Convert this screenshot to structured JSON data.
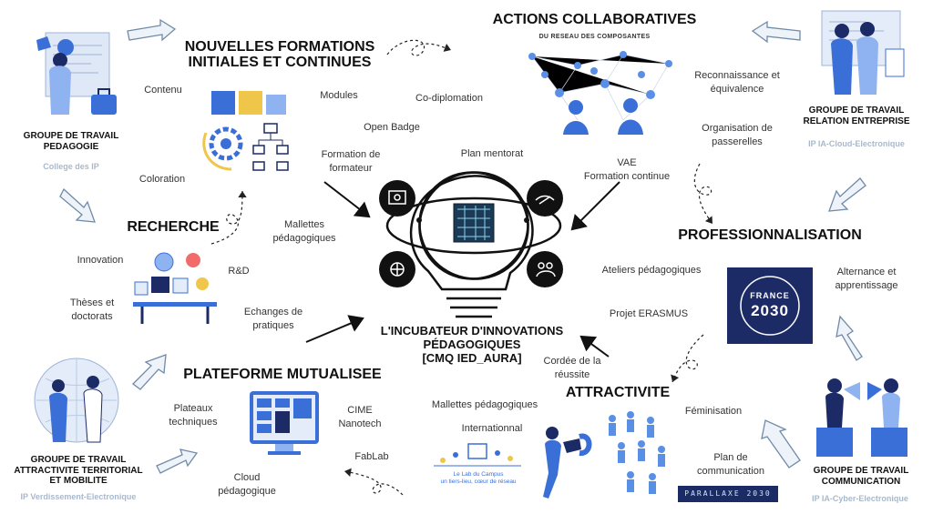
{
  "center": {
    "title_lines": [
      "L'INCUBATEUR D'INNOVATIONS",
      "PÉDAGOGIQUES",
      "[CMQ IED_AURA]"
    ]
  },
  "sections": {
    "formations": {
      "title_lines": [
        "NOUVELLES FORMATIONS",
        "INITIALES ET CONTINUES"
      ]
    },
    "actions": {
      "title": "ACTIONS COLLABORATIVES",
      "subtitle": "DU RESEAU DES COMPOSANTES"
    },
    "recherche": {
      "title": "RECHERCHE"
    },
    "pro": {
      "title": "PROFESSIONNALISATION"
    },
    "plateforme": {
      "title": "PLATEFORME MUTUALISEE"
    },
    "attractivite": {
      "title": "ATTRACTIVITE"
    }
  },
  "groups": {
    "pedagogie": {
      "lines": [
        "GROUPE DE TRAVAIL",
        "PEDAGOGIE"
      ],
      "sub": "College des IP"
    },
    "entreprise": {
      "lines": [
        "GROUPE DE TRAVAIL",
        "RELATION ENTREPRISE"
      ],
      "sub": "IP IA-Cloud-Electronique"
    },
    "territorial": {
      "lines": [
        "GROUPE DE TRAVAIL",
        "ATTRACTIVITE TERRITORIAL",
        "ET MOBILITE"
      ],
      "sub": "IP Verdissement-Electronique"
    },
    "communication": {
      "lines": [
        "GROUPE DE TRAVAIL",
        "COMMUNICATION"
      ],
      "sub": "IP IA-Cyber-Electronique"
    }
  },
  "labels": {
    "contenu": "Contenu",
    "coloration": "Coloration",
    "modules": "Modules",
    "open_badge": "Open Badge",
    "codiplomation": "Co-diplomation",
    "formation_formateur": [
      "Formation de",
      "formateur"
    ],
    "plan_mentorat": "Plan mentorat",
    "vae": [
      "VAE",
      "Formation continue"
    ],
    "reconnaissance": [
      "Reconnaissance et",
      "équivalence"
    ],
    "organisation": [
      "Organisation de",
      "passerelles"
    ],
    "mallettes": [
      "Mallettes",
      "pédagogiques"
    ],
    "innovation": "Innovation",
    "rd": "R&D",
    "theses": [
      "Thèses et",
      "doctorats"
    ],
    "echanges": [
      "Echanges de",
      "pratiques"
    ],
    "ateliers": "Ateliers pédagogiques",
    "projet_erasmus": "Projet ERASMUS",
    "alternance": [
      "Alternance et",
      "apprentissage"
    ],
    "cordee": [
      "Cordée de la",
      "réussite"
    ],
    "plateaux": [
      "Plateaux",
      "techniques"
    ],
    "cime": [
      "CIME",
      "Nanotech"
    ],
    "fablab": "FabLab",
    "cloud": [
      "Cloud",
      "pédagogique"
    ],
    "mallettes2": "Mallettes pédagogiques",
    "internationnal": "Internationnal",
    "feminisation": "Féminisation",
    "plan_comm": [
      "Plan de",
      "communication"
    ]
  },
  "logos": {
    "france": {
      "top": "FRANCE",
      "bottom": "2030"
    },
    "lab": {
      "line1": "Le Lab du Campus",
      "line2": "un tiers-lieu, cœur de réseau"
    },
    "parallaxe": "PARALLAXE 2030"
  },
  "colors": {
    "accent_blue": "#3b6fd8",
    "light_blue": "#8fb3f0",
    "navy": "#1c2b66",
    "arrow_grey": "#6f8aa8",
    "sub_grey": "#aab8cc",
    "dark": "#111111"
  }
}
